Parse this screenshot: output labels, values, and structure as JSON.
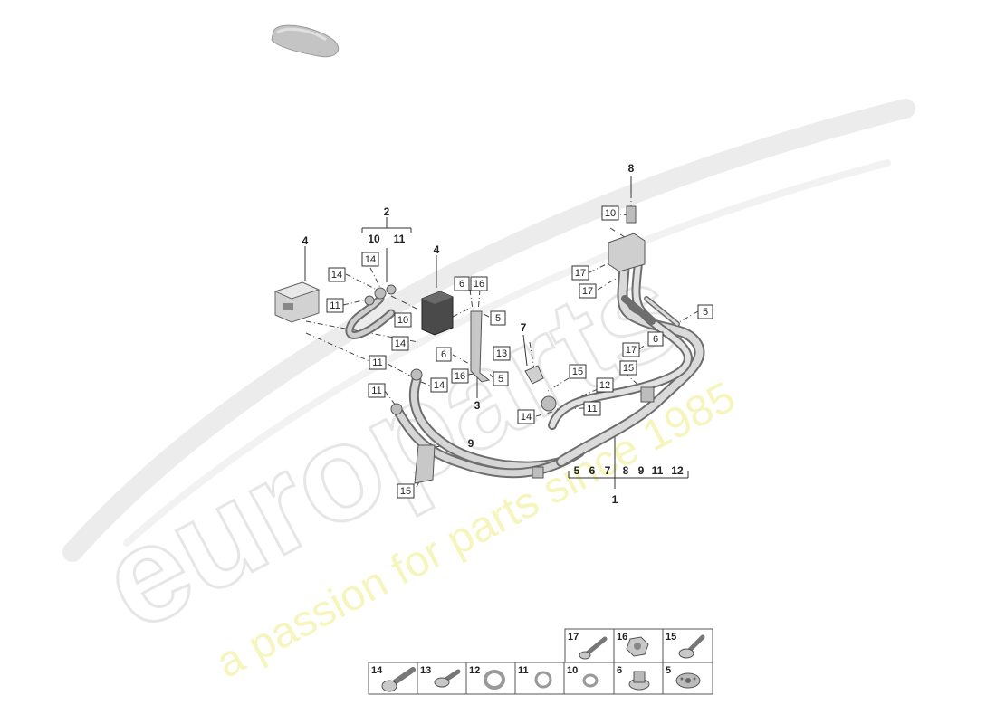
{
  "watermark": {
    "brand": "europarts",
    "tagline": "a passion for parts since 1985"
  },
  "callouts": {
    "c1": "1",
    "c2": "2",
    "c3": "3",
    "c4a": "4",
    "c4b": "4",
    "c7": "7",
    "c8": "8",
    "c9": "9"
  },
  "groups": {
    "g2_a": "10",
    "g2_b": "11",
    "g1": [
      "5",
      "6",
      "7",
      "8",
      "9",
      "11",
      "12"
    ]
  },
  "boxes": {
    "b14_1": "14",
    "b14_2": "14",
    "b11_1": "11",
    "b10_1": "10",
    "b14_3": "14",
    "b11_2": "11",
    "b14_4": "14",
    "b11_3": "11",
    "b6_1": "6",
    "b16_1": "16",
    "b5_1": "5",
    "b6_2": "6",
    "b13_1": "13",
    "b16_2": "16",
    "b5_2": "5",
    "b15_1": "15",
    "b12_1": "12",
    "b11_4": "11",
    "b14_5": "14",
    "b15_2": "15",
    "b10_2": "10",
    "b17_1": "17",
    "b17_2": "17",
    "b5_3": "5",
    "b6_3": "6",
    "b17_3": "17",
    "b15_3": "15"
  },
  "legend": {
    "top": [
      "17",
      "16",
      "15"
    ],
    "bottom": [
      "14",
      "13",
      "12",
      "11",
      "10",
      "6",
      "5"
    ]
  }
}
